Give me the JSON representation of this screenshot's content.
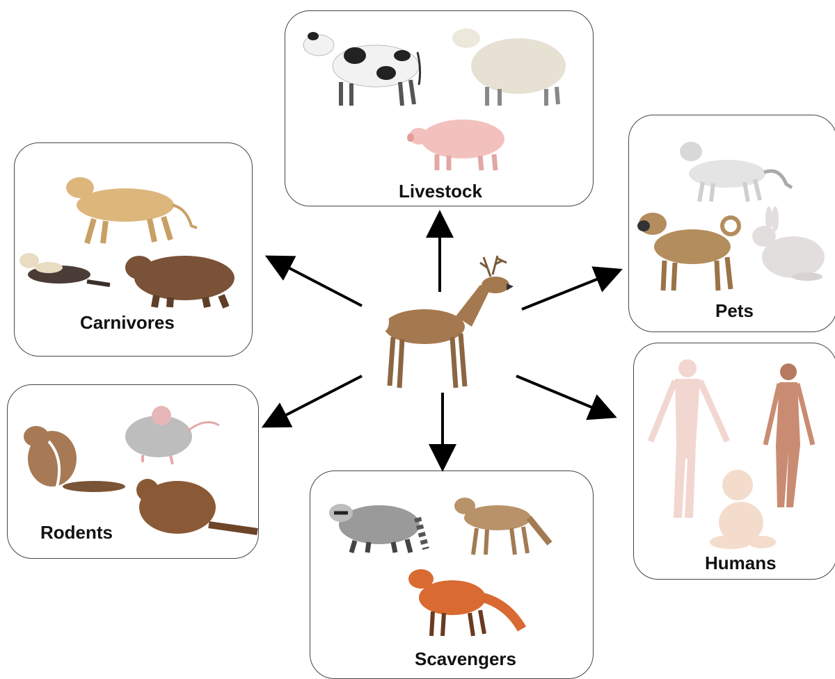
{
  "groups": {
    "livestock": {
      "label": "Livestock",
      "icons": [
        "cow-icon",
        "sheep-icon",
        "pig-icon"
      ]
    },
    "pets": {
      "label": "Pets",
      "icons": [
        "cat-icon",
        "dog-icon",
        "rabbit-icon"
      ]
    },
    "carnivores": {
      "label": "Carnivores",
      "icons": [
        "lioness-icon",
        "ferret-icon",
        "bear-icon"
      ]
    },
    "rodents": {
      "label": "Rodents",
      "icons": [
        "chipmunk-icon",
        "mouse-icon",
        "beaver-icon"
      ]
    },
    "scavengers": {
      "label": "Scavengers",
      "icons": [
        "raccoon-icon",
        "coyote-icon",
        "fox-icon"
      ]
    },
    "humans": {
      "label": "Humans",
      "icons": [
        "man-icon",
        "woman-icon",
        "baby-icon"
      ]
    }
  },
  "center": {
    "icon": "deer-icon"
  },
  "colors": {
    "border": "#444444",
    "arrow": "#000000"
  }
}
